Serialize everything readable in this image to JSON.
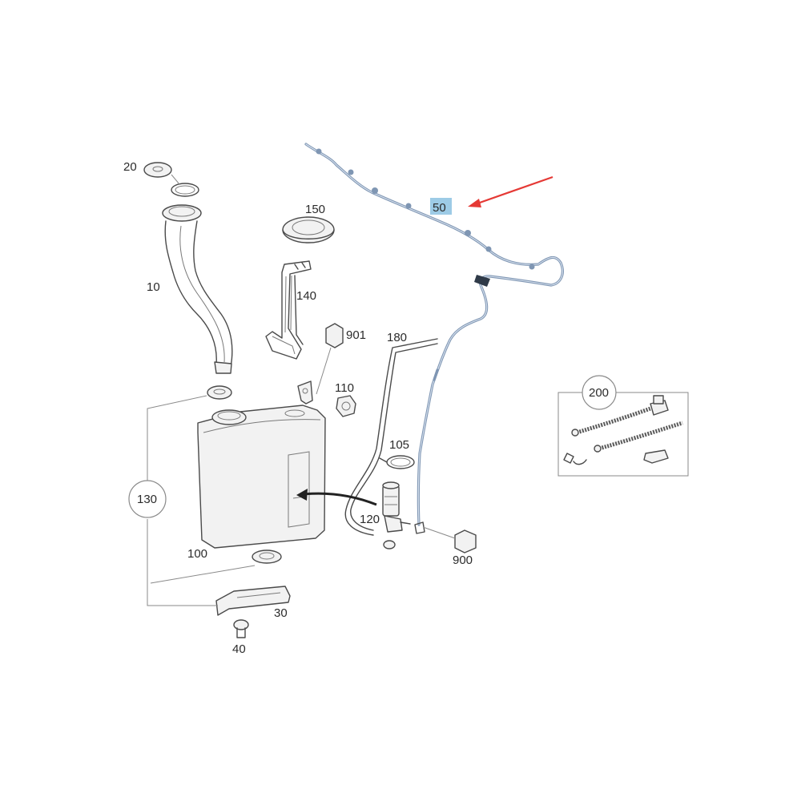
{
  "colors": {
    "highlight_fill": "#9dcbe6",
    "arrow": "#e53935",
    "hose": "#7f96b3",
    "line": "#4a4a4a"
  },
  "labels": {
    "p20": "20",
    "p10": "10",
    "p150": "150",
    "p140": "140",
    "p901": "901",
    "p180": "180",
    "p50": "50",
    "p110": "110",
    "p105": "105",
    "p120": "120",
    "p130": "130",
    "p100": "100",
    "p30": "30",
    "p40": "40",
    "p900": "900",
    "p200": "200"
  },
  "highlighted_part": "50"
}
